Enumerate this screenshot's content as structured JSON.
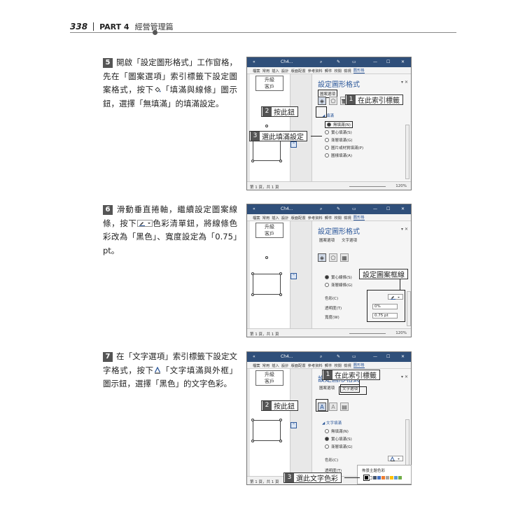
{
  "header": {
    "page_number": "338",
    "part": "PART 4",
    "chapter": "經營管理篇"
  },
  "steps": [
    {
      "number": "5",
      "text_1": "開啟「設定圖形格式」工作窗格，先在「圖案選項」索引標籤下設定圖案格式，按下",
      "text_2": "「填滿與線條」圖示鈕，選擇「無填滿」的填滿設定。"
    },
    {
      "number": "6",
      "text_1": "滑動垂直捲軸，繼續設定圖案線條，按下",
      "text_2": "色彩清單鈕，將線條色彩改為「黑色」、寬度設定為「0.75」pt。"
    },
    {
      "number": "7",
      "text_1": "在「文字選項」索引標籤下設定文字格式，按下",
      "text_2": "「文字填滿與外框」圖示鈕，選擇「黑色」的文字色彩。"
    }
  ],
  "window": {
    "title": "Ch4...",
    "ribbon_tabs": [
      "檔案",
      "常用",
      "插入",
      "設計",
      "版面配置",
      "參考資料",
      "郵件",
      "校閱",
      "檢視",
      "圖形格"
    ],
    "status_left": "第 1 頁，共 1 頁",
    "zoom": "120%",
    "doc_box_lines": [
      "升級",
      "客戶"
    ],
    "pane_title": "設定圖形格式",
    "tab_shape": "圖案選項",
    "tab_text": "文字選項"
  },
  "shot1": {
    "section": "填滿",
    "options": [
      "無填滿(N)",
      "實心填滿(S)",
      "漸層填滿(G)",
      "圖片或材質填滿(P)",
      "圖樣填滿(A)"
    ],
    "callouts": {
      "c1": "在此索引標籤",
      "c2": "按此鈕",
      "c3": "選此填滿設定"
    }
  },
  "shot2": {
    "options": [
      "實心線條(S)",
      "漸層線條(G)"
    ],
    "color_label": "色彩(C)",
    "transparency_label": "透明度(T)",
    "transparency_value": "0%",
    "width_label": "寬度(W)",
    "width_value": "0.75 pt",
    "callout": "設定圖案框線"
  },
  "shot3": {
    "section": "文字填滿",
    "options": [
      "無填滿(N)",
      "實心填滿(S)",
      "漸層填滿(G)"
    ],
    "color_label": "色彩(C)",
    "transparency_label": "透明度(T)",
    "theme_colors_label": "佈景主題色彩",
    "callouts": {
      "c1": "在此索引標籤",
      "c2": "按此鈕",
      "c3": "選此文字色彩"
    }
  },
  "colors": {
    "title_bar": "#2f4f7a",
    "accent": "#2b579a"
  }
}
